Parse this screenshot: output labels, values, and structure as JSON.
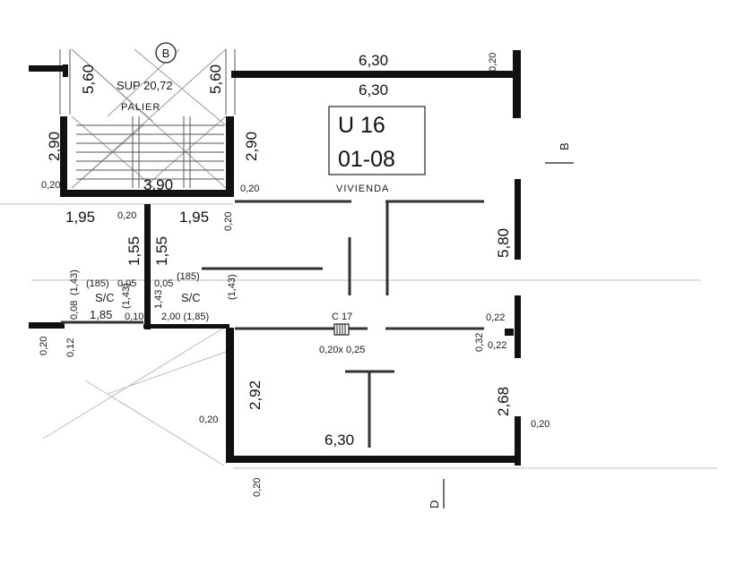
{
  "stair": {
    "marker": "B",
    "area_label": "SUP 20,72",
    "landing_label": "PALIER",
    "left_height": "5,60",
    "right_height": "5,60",
    "side_left": "2,90",
    "side_right": "2,90",
    "width": "3,90",
    "wall_left": "0,20",
    "wall_right": "0,20"
  },
  "unit": {
    "number": "U 16",
    "floors": "01-08",
    "use_label": "VIVIENDA",
    "top_outer": "6,30",
    "top_inner": "6,30",
    "top_wall": "0,20",
    "right_height": "5,80",
    "section_mark_right": "B",
    "section_mark_bottom": "D"
  },
  "services": {
    "left_width": "1,95",
    "right_width": "1,95",
    "wall_mid": "0,20",
    "wall_right": "0,20",
    "shaft_height_left": "1,55",
    "shaft_height_right": "1,55",
    "left_code": "(185)",
    "left_gap": "0,05",
    "right_gap": "0,05",
    "right_code": "(185)",
    "left_dim_a": "0,08",
    "left_dim_b": "(1,43)",
    "mid_dim_a": "(1,43)",
    "mid_dim_b": "1,43",
    "right_dim": "(1,43)",
    "left_type": "S/C",
    "right_type": "S/C",
    "left_width_b": "1,85",
    "left_wall": "0,10",
    "right_width_b": "2,00 (1,85)"
  },
  "column": {
    "label": "C 17",
    "size": "0,20x 0,25"
  },
  "room": {
    "left_height": "2,92",
    "width": "6,30",
    "right_height": "2,68",
    "wall_top_right": "0,22",
    "wall_mid_right_a": "0,32",
    "wall_mid_right_b": "0,22",
    "wall_left": "0,20",
    "wall_right": "0,20",
    "wall_bottom": "0,20"
  },
  "edge": {
    "left_a": "0,20",
    "left_b": "0,12"
  }
}
